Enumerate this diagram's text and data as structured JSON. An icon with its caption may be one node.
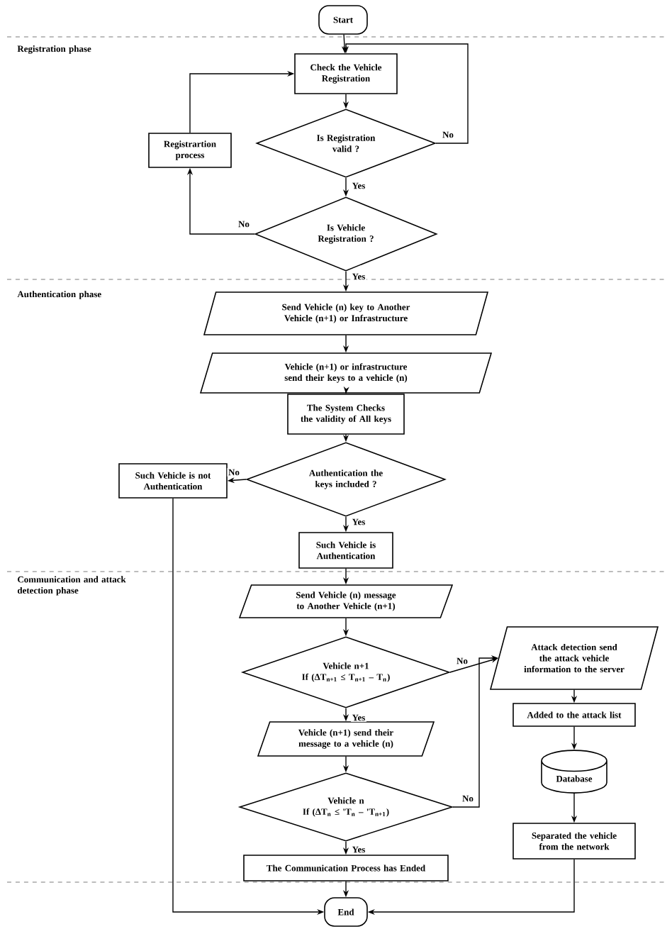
{
  "diagram": {
    "nodes": [
      {
        "text": [
          "Start"
        ]
      },
      {
        "text": [
          "Check the Vehicle Registration"
        ]
      },
      {
        "text": [
          "Is Registration valid ?"
        ]
      },
      {
        "text": [
          "Registrartion process"
        ]
      },
      {
        "text": [
          "Is Vehicle Registration ?"
        ]
      },
      {
        "text": [
          "Send Vehicle (n) key to Another Vehicle (n+1) or Infrastructure"
        ]
      },
      {
        "text": [
          "Vehicle (n+1) or infrastructure send their keys to a vehicle (n)"
        ]
      },
      {
        "text": [
          "The System Checks the validity of All keys"
        ]
      },
      {
        "text": [
          "Authentication the keys included ?"
        ]
      },
      {
        "text": [
          "Such Vehicle is not Authentication"
        ]
      },
      {
        "text": [
          "Such Vehicle is Authentication"
        ]
      },
      {
        "text": [
          "Send Vehicle (n) message to Another Vehicle (n+1)"
        ]
      },
      {
        "text": [
          "Vehicle n+1",
          "If (ΔT$_{n+1}$ ≤ T$_{n+1}$ – T$_{n}$)"
        ]
      },
      {
        "text": [
          "Attack detection send the attack vehicle information to the server"
        ]
      },
      {
        "text": [
          "Vehicle (n+1) send their message to a vehicle (n)"
        ]
      },
      {
        "text": [
          "Added to the attack list"
        ]
      },
      {
        "text": [
          "Database"
        ]
      },
      {
        "text": [
          "Vehicle n",
          "If (ΔT$_{n}$ ≤ 'T$_{n}$ – 'T$_{n+1}$)"
        ]
      },
      {
        "text": [
          "Separated the vehicle from the network"
        ]
      },
      {
        "text": [
          "The Communication Process has Ended"
        ]
      },
      {
        "text": [
          "End"
        ]
      }
    ],
    "edges": [
      {
        "from": 0,
        "to": 1,
        "arrow": "to"
      },
      {
        "from": 1,
        "to": 2,
        "arrow": "to"
      },
      {
        "from": 2,
        "to": 4,
        "arrow": "to",
        "label": "Yes"
      },
      {
        "from": 2,
        "to": 1,
        "arrow": "to",
        "label": "No"
      },
      {
        "from": 4,
        "to": 3,
        "arrow": "to",
        "label": "No"
      },
      {
        "from": 3,
        "to": 1,
        "arrow": "to"
      },
      {
        "from": 4,
        "to": 5,
        "arrow": "to",
        "label": "Yes"
      },
      {
        "from": 5,
        "to": 6,
        "arrow": "to"
      },
      {
        "from": 6,
        "to": 7,
        "arrow": "to"
      },
      {
        "from": 7,
        "to": 8,
        "arrow": "to"
      },
      {
        "from": 8,
        "to": 9,
        "arrow": "to",
        "label": "No"
      },
      {
        "from": 8,
        "to": 10,
        "arrow": "to",
        "label": "Yes"
      },
      {
        "from": 10,
        "to": 11,
        "arrow": "to"
      },
      {
        "from": 11,
        "to": 12,
        "arrow": "to"
      },
      {
        "from": 12,
        "to": 13,
        "arrow": "to",
        "label": "No"
      },
      {
        "from": 12,
        "to": 14,
        "arrow": "to",
        "label": "Yes"
      },
      {
        "from": 14,
        "to": 17,
        "arrow": "to"
      },
      {
        "from": 17,
        "to": 13,
        "arrow": "to",
        "label": "No"
      },
      {
        "from": 17,
        "to": 19,
        "arrow": "to",
        "label": "Yes"
      },
      {
        "from": 19,
        "to": 20,
        "arrow": "to"
      },
      {
        "from": 9,
        "to": 20,
        "arrow": "to"
      },
      {
        "from": 13,
        "to": 15,
        "arrow": "to"
      },
      {
        "from": 15,
        "to": 16,
        "arrow": "to"
      },
      {
        "from": 16,
        "to": 18,
        "arrow": "to"
      },
      {
        "from": 18,
        "to": 20,
        "arrow": "to"
      }
    ],
    "labels": [
      "Registration phase",
      "Authentication phase",
      "Communication and attack detection phase"
    ]
  }
}
